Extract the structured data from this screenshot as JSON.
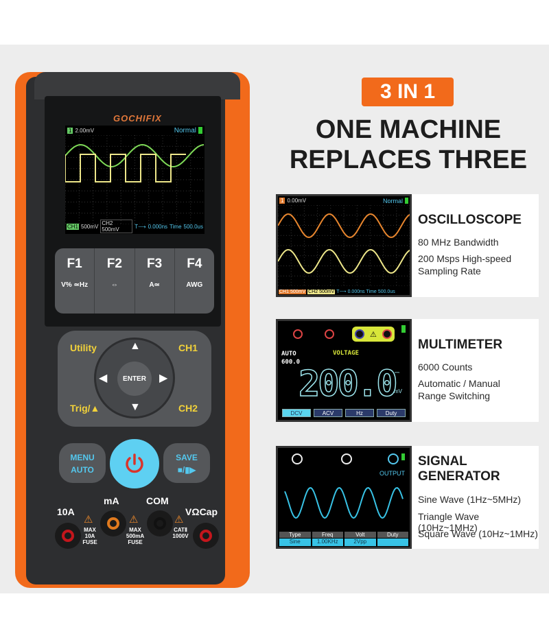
{
  "device": {
    "brand": "GOCHIFIX",
    "lcd": {
      "ch_badge": "1",
      "trigger_level": "2.00mV",
      "mode": "Normal",
      "ch1_label": "CH1",
      "ch1_scale": "500mV",
      "ch2": "CH2 500mV",
      "t_label": "T⟶",
      "t_offset": "0.000ns",
      "time_label": "Time",
      "time_value": "500.0us"
    },
    "fkeys": [
      {
        "label": "F1",
        "sub": "V% ≃Hz"
      },
      {
        "label": "F2",
        "sub": "⇔"
      },
      {
        "label": "F3",
        "sub": "A≃"
      },
      {
        "label": "F4",
        "sub": "AWG"
      }
    ],
    "nav": {
      "utility": "Utility",
      "ch1": "CH1",
      "trig": "Trig/▲",
      "ch2": "CH2",
      "enter": "ENTER"
    },
    "menu_auto": {
      "top": "MENU",
      "bottom": "AUTO"
    },
    "save": {
      "top": "SAVE",
      "bottom": "■/▮▶"
    },
    "jacks": {
      "a10": "10A",
      "ma": "mA",
      "com": "COM",
      "vcap": "VΩCap"
    },
    "fuse_labels": {
      "f1": [
        "MAX",
        "10A",
        "FUSE"
      ],
      "f2": [
        "MAX",
        "500mA",
        "FUSE"
      ],
      "f3": [
        "CATⅡ",
        "1000V"
      ]
    }
  },
  "headline": {
    "badge": "3 IN 1",
    "line1": "ONE MACHINE",
    "line2": "REPLACES THREE"
  },
  "features": [
    {
      "title": "OSCILLOSCOPE",
      "lines": [
        "80 MHz Bandwidth",
        "200 Msps High-speed",
        "Sampling Rate"
      ],
      "screen": {
        "ch_badge": "1",
        "trigger_level": "0.00mV",
        "mode": "Normal",
        "ch1": "CH1 500mV",
        "ch2": "CH2 500mV",
        "t_label": "T⟶",
        "t_offset": "0.000ns",
        "time_label": "Time",
        "time_value": "500.0us"
      }
    },
    {
      "title": "MULTIMETER",
      "lines": [
        "6000 Counts",
        "Automatic / Manual",
        "Range Switching"
      ],
      "screen": {
        "auto": "AUTO",
        "range": "600.0",
        "mode": "VOLTAGE",
        "reading": "200.0",
        "unit": "mV",
        "dc_symbol": "⎓",
        "tabs": [
          "DCV",
          "ACV",
          "Hz",
          "Duty"
        ]
      }
    },
    {
      "title_line1": "SIGNAL",
      "title_line2": "GENERATOR",
      "lines": [
        "Sine Wave (1Hz~5MHz)",
        "Triangle Wave (10Hz~1MHz)",
        "Square Wave (10Hz~1MHz)"
      ],
      "screen": {
        "output": "OUTPUT",
        "headers": [
          "Type",
          "Freq",
          "Volt",
          "Duty"
        ],
        "values": [
          "Sine",
          "1.00KHz",
          "2Vpp",
          ""
        ]
      }
    }
  ],
  "colors": {
    "accent": "#f26a1b",
    "cyan": "#54c8ee",
    "body": "#2d2e30"
  }
}
